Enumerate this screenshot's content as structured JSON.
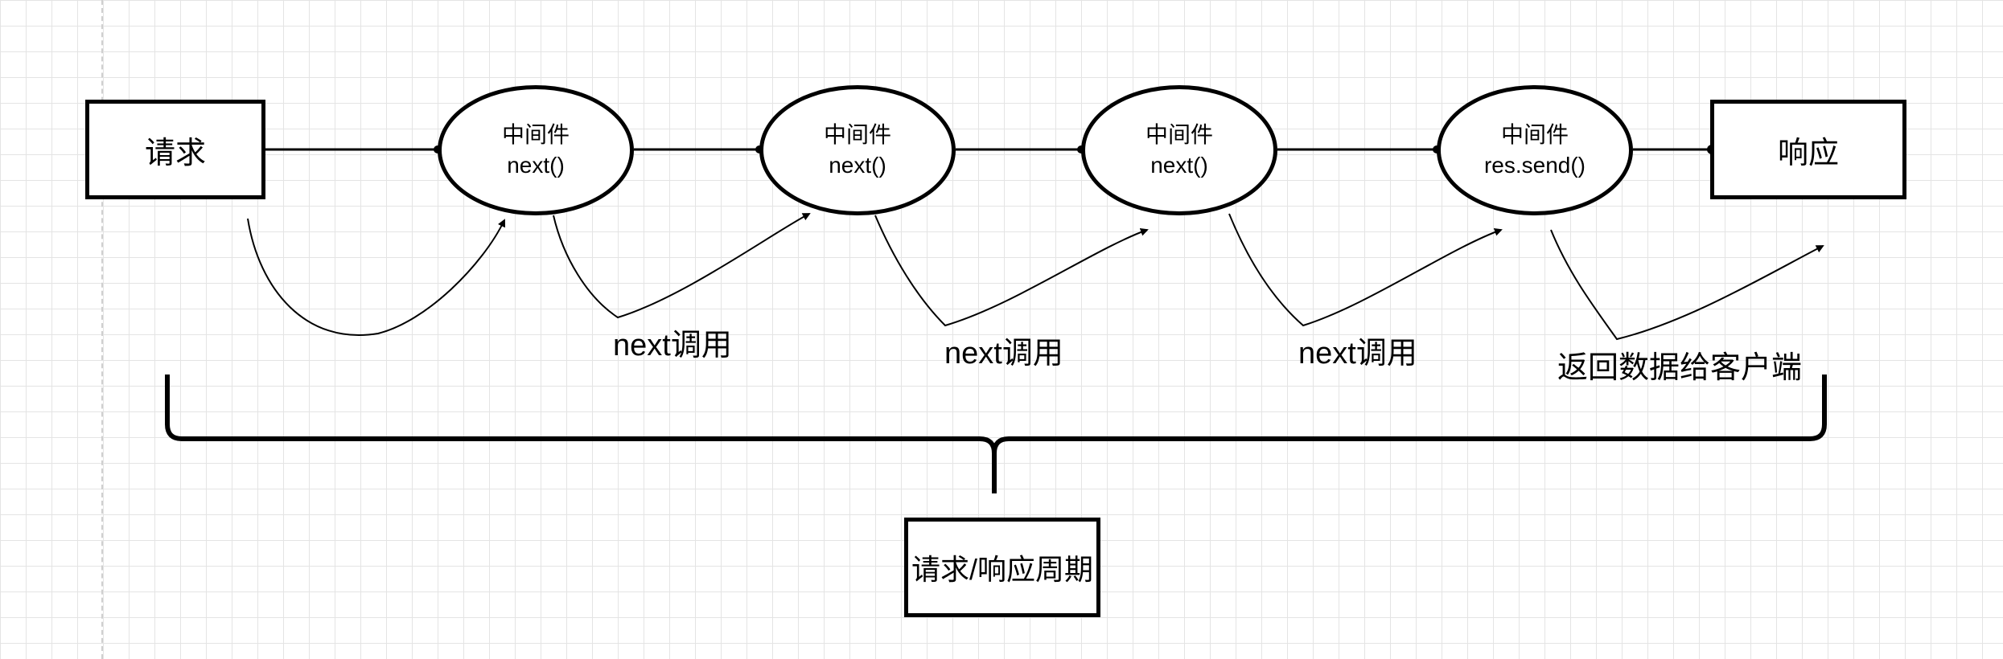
{
  "diagram": {
    "request_label": "请求",
    "response_label": "响应",
    "cycle_label": "请求/响应周期",
    "middlewares": [
      {
        "title": "中间件",
        "call": "next()"
      },
      {
        "title": "中间件",
        "call": "next()"
      },
      {
        "title": "中间件",
        "call": "next()"
      },
      {
        "title": "中间件",
        "call": "res.send()"
      }
    ],
    "transitions": [
      "next调用",
      "next调用",
      "next调用",
      "返回数据给客户端"
    ]
  },
  "colors": {
    "stroke": "#000000",
    "background": "#ffffff",
    "grid": "#e4e4e4"
  }
}
